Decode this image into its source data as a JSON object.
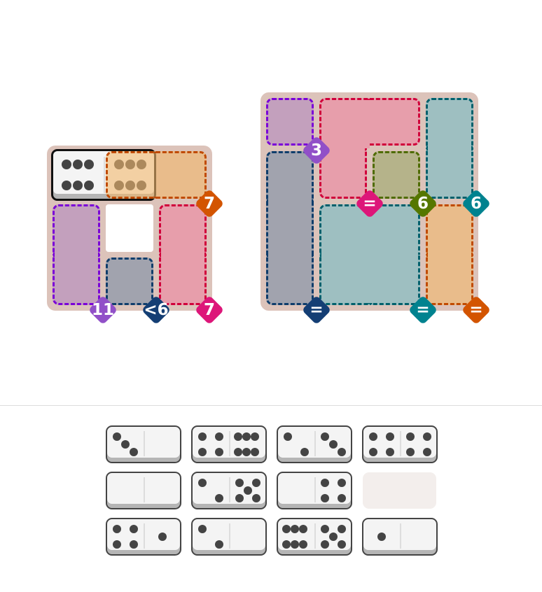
{
  "boards": [
    {
      "id": "left",
      "rows": 3,
      "cols": 3,
      "holes": [
        [
          1,
          1
        ]
      ],
      "placed": [
        {
          "cells": [
            [
              0,
              0
            ],
            [
              0,
              1
            ]
          ],
          "pips": [
            6,
            6
          ]
        }
      ],
      "regions": [
        {
          "color": "orange",
          "cells": [
            [
              0,
              1
            ],
            [
              0,
              2
            ]
          ],
          "label": "7",
          "anchor": [
            0,
            2
          ]
        },
        {
          "color": "purple",
          "cells": [
            [
              1,
              0
            ],
            [
              2,
              0
            ]
          ],
          "label": "11",
          "anchor": [
            2,
            0
          ]
        },
        {
          "color": "navy",
          "cells": [
            [
              2,
              1
            ]
          ],
          "label": "<6",
          "anchor": [
            2,
            1
          ]
        },
        {
          "color": "crimson",
          "cells": [
            [
              1,
              2
            ],
            [
              2,
              2
            ]
          ],
          "label": "7",
          "anchor": [
            2,
            2
          ]
        }
      ]
    },
    {
      "id": "right",
      "rows": 4,
      "cols": 4,
      "holes": [],
      "placed": [],
      "regions": [
        {
          "color": "purple",
          "cells": [
            [
              0,
              0
            ]
          ],
          "label": "3",
          "anchor": [
            0,
            0
          ]
        },
        {
          "color": "crimson",
          "cells": [
            [
              0,
              1
            ],
            [
              0,
              2
            ],
            [
              1,
              1
            ]
          ],
          "label": "=",
          "anchor": [
            1,
            1
          ]
        },
        {
          "color": "olive",
          "cells": [
            [
              1,
              2
            ]
          ],
          "label": "6",
          "anchor": [
            1,
            2
          ]
        },
        {
          "color": "teal",
          "cells": [
            [
              0,
              3
            ],
            [
              1,
              3
            ]
          ],
          "label": "6",
          "anchor": [
            1,
            3
          ]
        },
        {
          "color": "navy",
          "cells": [
            [
              1,
              0
            ],
            [
              2,
              0
            ],
            [
              3,
              0
            ]
          ],
          "label": "=",
          "anchor": [
            3,
            0
          ]
        },
        {
          "color": "teal",
          "cells": [
            [
              2,
              1
            ],
            [
              2,
              2
            ],
            [
              3,
              1
            ],
            [
              3,
              2
            ]
          ],
          "label": "=",
          "anchor": [
            3,
            2
          ]
        },
        {
          "color": "orange",
          "cells": [
            [
              2,
              3
            ],
            [
              3,
              3
            ]
          ],
          "label": "=",
          "anchor": [
            3,
            3
          ]
        }
      ]
    }
  ],
  "palette": {
    "orange": {
      "fill": "rgba(242,183,109,0.6)",
      "border": "#c04a00",
      "badge": "#d35400",
      "badgeAlt": "#d35400"
    },
    "purple": {
      "fill": "rgba(178,137,191,0.6)",
      "border": "#7a00d8",
      "badge": "#9150c8"
    },
    "navy": {
      "fill": "rgba(122,142,166,0.6)",
      "border": "#0f3d6b",
      "badge": "#143e74"
    },
    "crimson": {
      "fill": "rgba(238,133,161,0.6)",
      "border": "#d0003a",
      "badge": "#dd1679"
    },
    "teal": {
      "fill": "rgba(117,188,198,0.6)",
      "border": "#00606c",
      "badge": "#00828f"
    },
    "olive": {
      "fill": "rgba(155,168,106,0.6)",
      "border": "#4e6b00",
      "badge": "#557700"
    }
  },
  "tray": [
    [
      3,
      0
    ],
    [
      4,
      6
    ],
    [
      2,
      3
    ],
    [
      4,
      4
    ],
    [
      0,
      0
    ],
    [
      2,
      5
    ],
    [
      0,
      4
    ],
    null,
    [
      4,
      1
    ],
    [
      2,
      0
    ],
    [
      6,
      5
    ],
    [
      1,
      0
    ]
  ]
}
